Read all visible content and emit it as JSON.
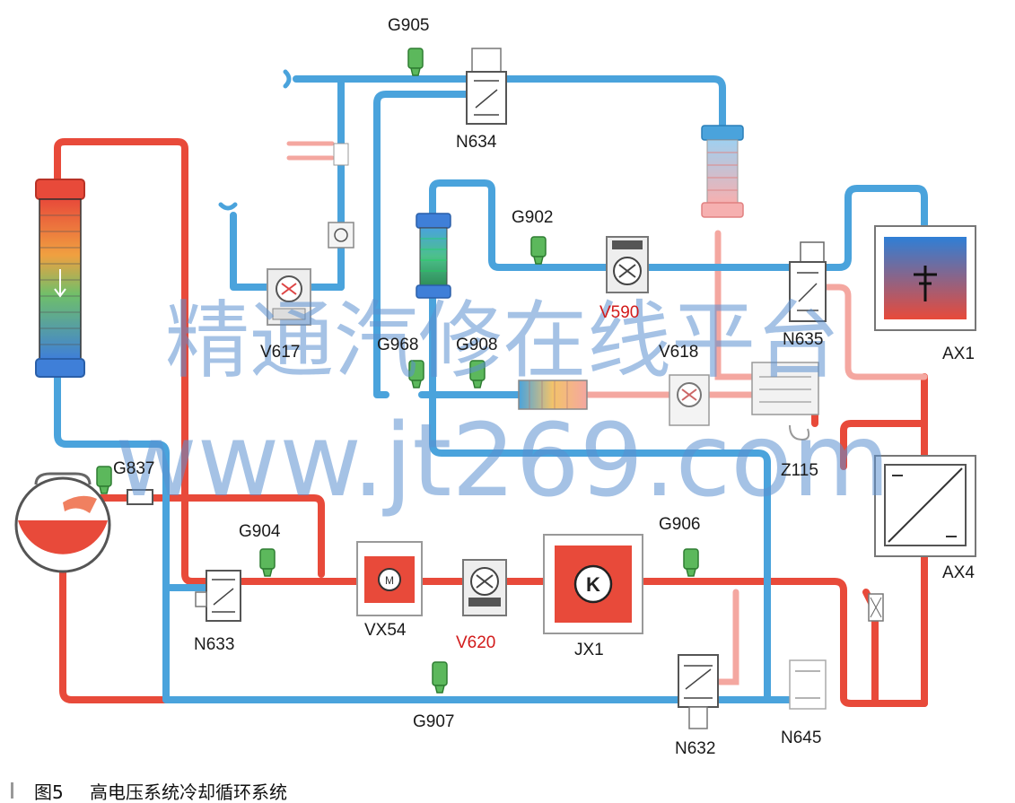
{
  "labels": {
    "G905": "G905",
    "N634": "N634",
    "G902": "G902",
    "V590": "V590",
    "N635": "N635",
    "AX1": "AX1",
    "V617": "V617",
    "G968": "G968",
    "G908": "G908",
    "V618": "V618",
    "Z115": "Z115",
    "G837": "G837",
    "G904": "G904",
    "G906": "G906",
    "AX4": "AX4",
    "N633": "N633",
    "VX54": "VX54",
    "V620": "V620",
    "JX1": "JX1",
    "G907": "G907",
    "N632": "N632",
    "N645": "N645"
  },
  "watermark": {
    "line1": "精通汽修在线平台",
    "line2": "www.jt269.com"
  },
  "caption": {
    "figure": "图5",
    "title": "高电压系统冷却循环系统"
  },
  "colors": {
    "coolant_hot": "#e84a3a",
    "coolant_cold": "#4aa3dc",
    "coolant_warm": "#f4a7a0",
    "sensor": "#5cb85c",
    "label_red": "#d21b1b"
  }
}
